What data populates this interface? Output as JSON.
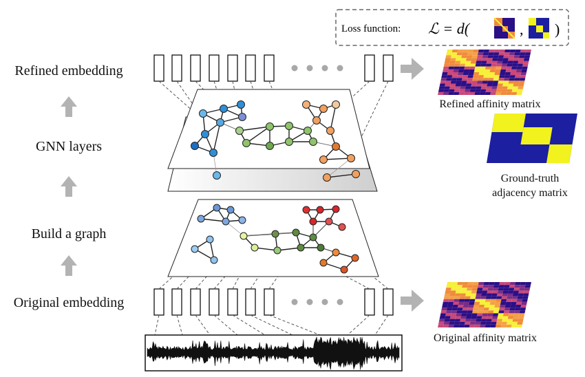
{
  "labels": {
    "refined_embedding": "Refined embedding",
    "gnn_layers": "GNN layers",
    "build_graph": "Build a graph",
    "original_embedding": "Original embedding",
    "refined_matrix": "Refined affinity matrix",
    "ground_truth_line1": "Ground-truth",
    "ground_truth_line2": "adjacency matrix",
    "original_matrix": "Original affinity matrix"
  },
  "loss": {
    "prefix": "Loss function:",
    "formula_head": "ℒ = d(",
    "comma": ",",
    "formula_tail": ")"
  },
  "colors": {
    "arrow": "#b3b3b3",
    "matrix_dark": "#2a0f86",
    "matrix_mid": "#7a2d86",
    "matrix_warm": "#f08a3c",
    "matrix_diag": "#f7ef3a",
    "gt_dark": "#1b1fa0",
    "gt_bright": "#f2f21e",
    "node_blue": "#2f8fd6",
    "node_green": "#8fc46a",
    "node_orange": "#f1a060",
    "node_red": "#d8262a",
    "node_darkgreen": "#4e7a3a"
  }
}
